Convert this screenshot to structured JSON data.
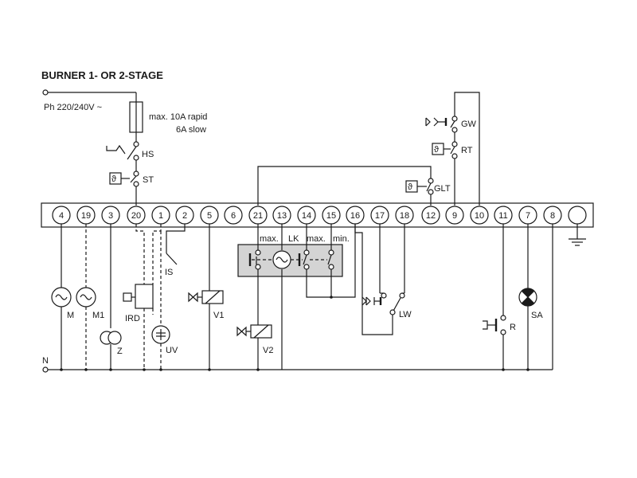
{
  "title": "BURNER 1- OR 2-STAGE",
  "supply": {
    "phase": "Ph 220/240V ~",
    "neutral": "N"
  },
  "fuse": {
    "line1": "max. 10A rapid",
    "line2": "6A slow"
  },
  "terminals": [
    "4",
    "19",
    "3",
    "20",
    "1",
    "2",
    "5",
    "6",
    "21",
    "13",
    "14",
    "15",
    "16",
    "17",
    "18",
    "12",
    "9",
    "10",
    "11",
    "7",
    "8"
  ],
  "components": {
    "HS": "HS",
    "ST": "ST",
    "GW": "GW",
    "RT": "RT",
    "GLT": "GLT",
    "IS": "IS",
    "M": "M",
    "M1": "M1",
    "Z": "Z",
    "IRD": "IRD",
    "UV": "UV",
    "V1": "V1",
    "V2": "V2",
    "LW": "LW",
    "R": "R",
    "SA": "SA"
  },
  "lk_box": {
    "max1": "max.",
    "lk": "LK",
    "max2": "max.",
    "min": "min."
  }
}
